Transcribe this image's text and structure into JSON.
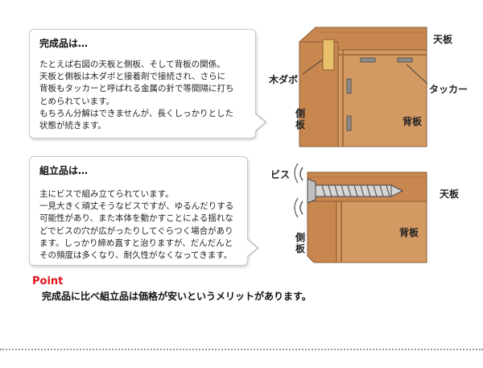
{
  "section_kansei": {
    "title": "完成品は…",
    "body_lines": [
      "たとえば右図の天板と側板、そして背板の関係。",
      "天板と側板は木ダボと接着剤で接続され、さらに",
      "背板もタッカーと呼ばれる金属の針で等間隔に打ち",
      "とめられています。",
      "もちろん分解はできませんが、長くしっかりとした",
      "状態が続きます。"
    ]
  },
  "diagram_kansei": {
    "label_tenban": "天板",
    "label_dabo": "木ダボ",
    "label_tacker": "タッカー",
    "label_sokuban": "側板",
    "label_seban": "背板"
  },
  "section_kumitate": {
    "title": "組立品は…",
    "body_lines": [
      "主にビスで組み立てられています。",
      "一見大きく頑丈そうなビスですが、ゆるんだりする",
      "可能性があり、また本体を動かすことによる揺れな",
      "どでビスの穴が広がったりしてぐらつく場合があり",
      "ます。しっかり締め直すと治りますが、だんだんと",
      "その頻度は多くなり、耐久性がなくなってきます。"
    ]
  },
  "diagram_kumitate": {
    "label_bis": "ビス",
    "label_tenban": "天板",
    "label_sokuban": "側板",
    "label_seban": "背板"
  },
  "point": {
    "label": "Point",
    "text": "完成品に比べ組立品は価格が安いというメリットがあります。"
  },
  "colors": {
    "wood": "#c8874f",
    "wood_dark": "#8a5a34",
    "wood_inner": "#d39a63",
    "dowel": "#e8c06a",
    "point_red": "#e0101a"
  }
}
